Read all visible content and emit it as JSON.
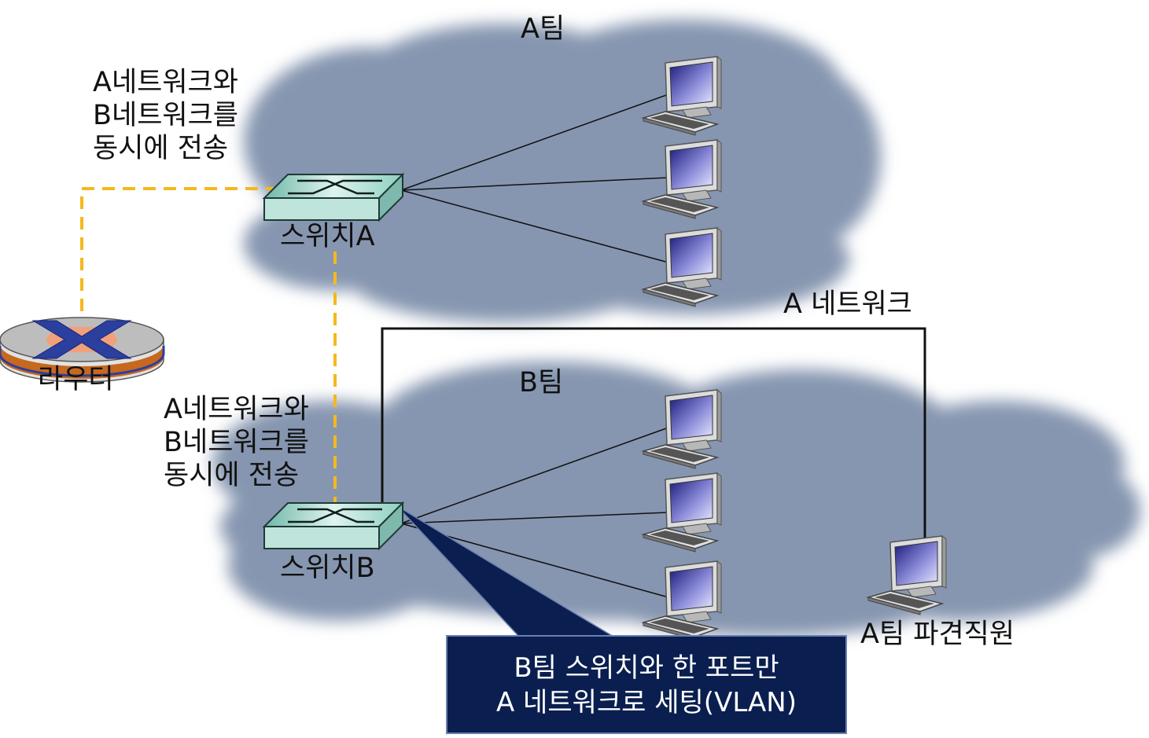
{
  "team_a": {
    "title": "A팀",
    "switch_label": "스위치A",
    "note": "A네트워크와\nB네트워크를\n동시에 전송"
  },
  "team_b": {
    "title": "B팀",
    "switch_label": "스위치B",
    "note": "A네트워크와\nB네트워크를\n동시에 전송"
  },
  "router_label": "라우터",
  "a_network_label": "A 네트워크",
  "dispatched_employee_label": "A팀 파견직원",
  "callout": {
    "line1": "B팀 스위치와 한 포트만",
    "line2": "A 네트워크로 세팅(VLAN)"
  },
  "colors": {
    "cloud": "#8696b0",
    "trunk_dashed": "#f5b81c",
    "callout_bg": "#0a1f4f",
    "switch_face": "#bfe4dc",
    "router_blue": "#2b3f9e"
  },
  "icons": [
    "switch-icon",
    "router-icon",
    "computer-icon"
  ]
}
